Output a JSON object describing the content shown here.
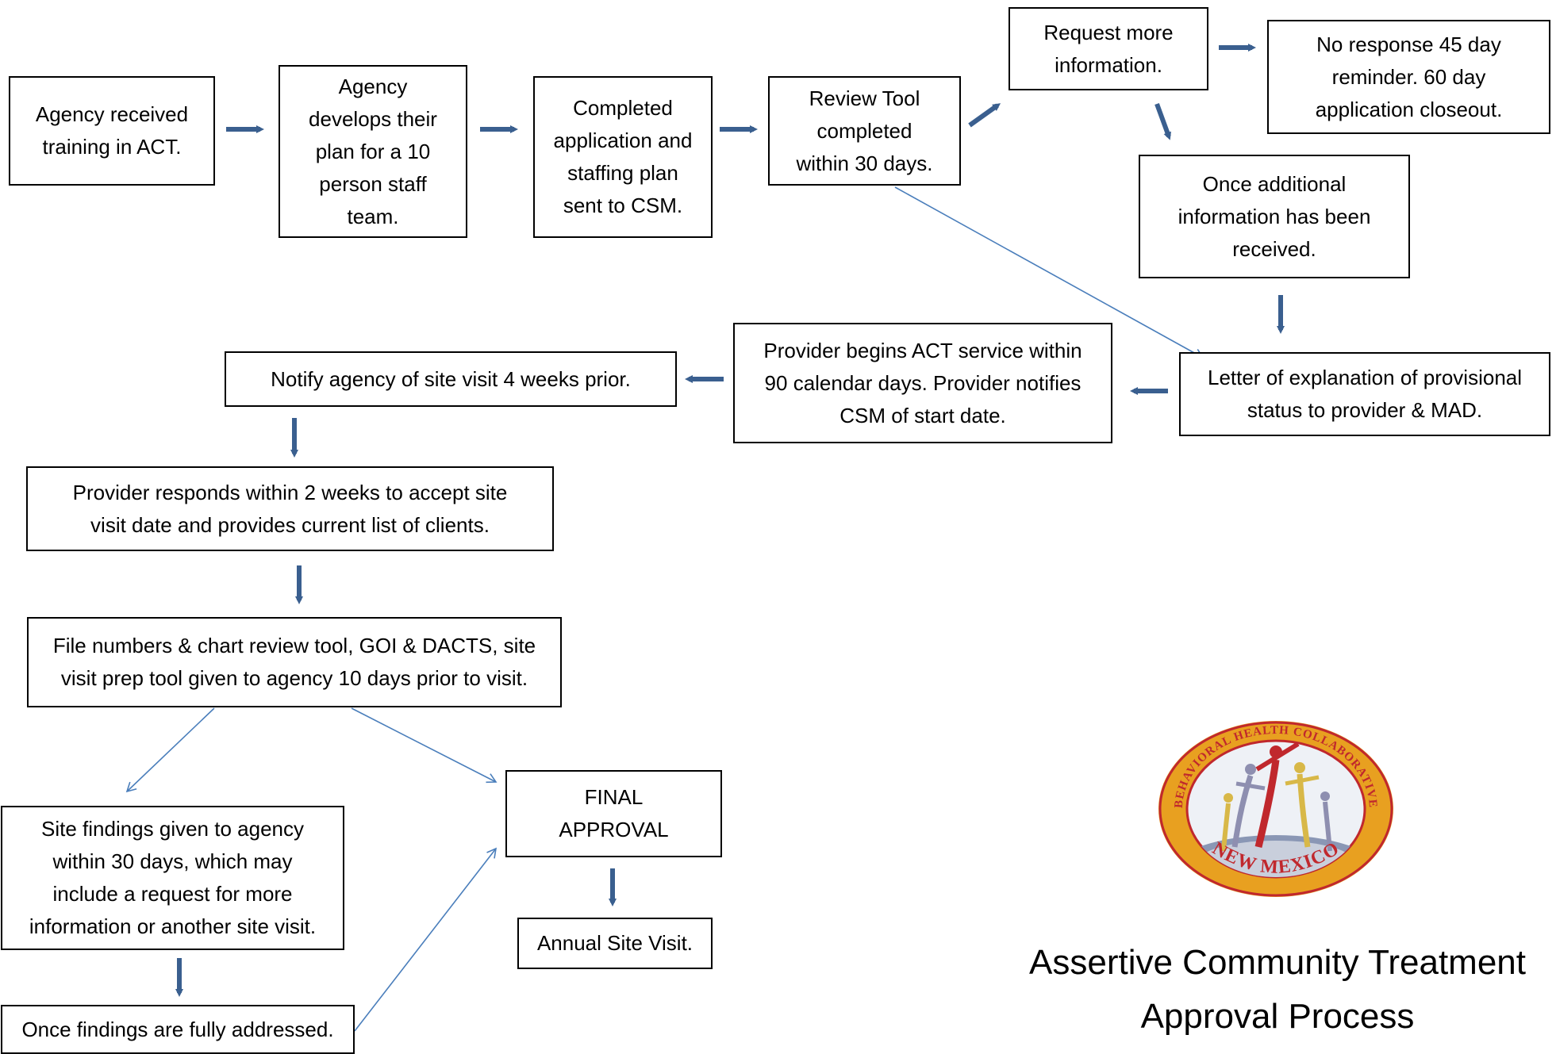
{
  "boxes": {
    "agency_training": "Agency received\ntraining in ACT.",
    "staff_plan": "Agency\ndevelops their\nplan for a 10\nperson staff\nteam.",
    "application_sent": "Completed\napplication and\nstaffing plan\nsent to CSM.",
    "review_tool": "Review Tool\ncompleted\nwithin 30 days.",
    "request_info": "Request more\ninformation.",
    "no_response": "No response 45 day\nreminder. 60 day\napplication closeout.",
    "info_received": "Once additional\ninformation has been\nreceived.",
    "letter_provisional": "Letter of explanation of provisional\nstatus to provider & MAD.",
    "provider_begins": "Provider begins ACT service within\n90 calendar days. Provider notifies\nCSM of start date.",
    "notify_site_visit": "Notify agency of site visit 4 weeks prior.",
    "provider_responds": "Provider responds within 2 weeks to accept site\nvisit date and provides current list of clients.",
    "file_numbers": "File numbers & chart review tool, GOI & DACTS, site\nvisit prep tool given to agency 10 days prior to visit.",
    "site_findings": "Site findings given to agency\nwithin 30 days, which may\ninclude a request for more\ninformation or another site visit.",
    "findings_addressed": "Once findings are fully addressed.",
    "final_approval": "FINAL\nAPPROVAL",
    "annual_visit": "Annual Site Visit."
  },
  "title": {
    "line1": "Assertive Community Treatment",
    "line2": "Approval Process"
  },
  "logo": {
    "top_text": "BEHAVIORAL HEALTH COLLABORATIVE",
    "bottom_text": "NEW MEXICO"
  },
  "colors": {
    "thick_arrow": "#3a5f8f",
    "thin_arrow": "#4a7ebb",
    "logo_ring": "#e8a020",
    "logo_text": "#c0282d"
  }
}
